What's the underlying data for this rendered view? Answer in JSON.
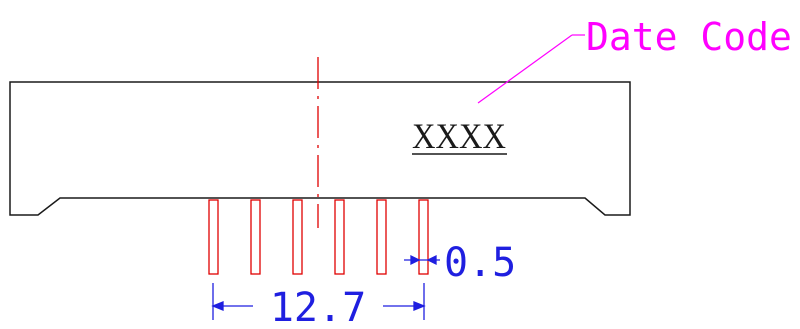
{
  "labels": {
    "date_code": "Date Code",
    "marking": "XXXX",
    "pin_width": "0.5",
    "pitch_span": "12.7"
  },
  "colors": {
    "outline": "#1a1a1a",
    "pins": "#e00000",
    "dimensions": "#1f1fe0",
    "callout": "#ff00ff",
    "centerline": "#e00000"
  },
  "pin_count": 6
}
